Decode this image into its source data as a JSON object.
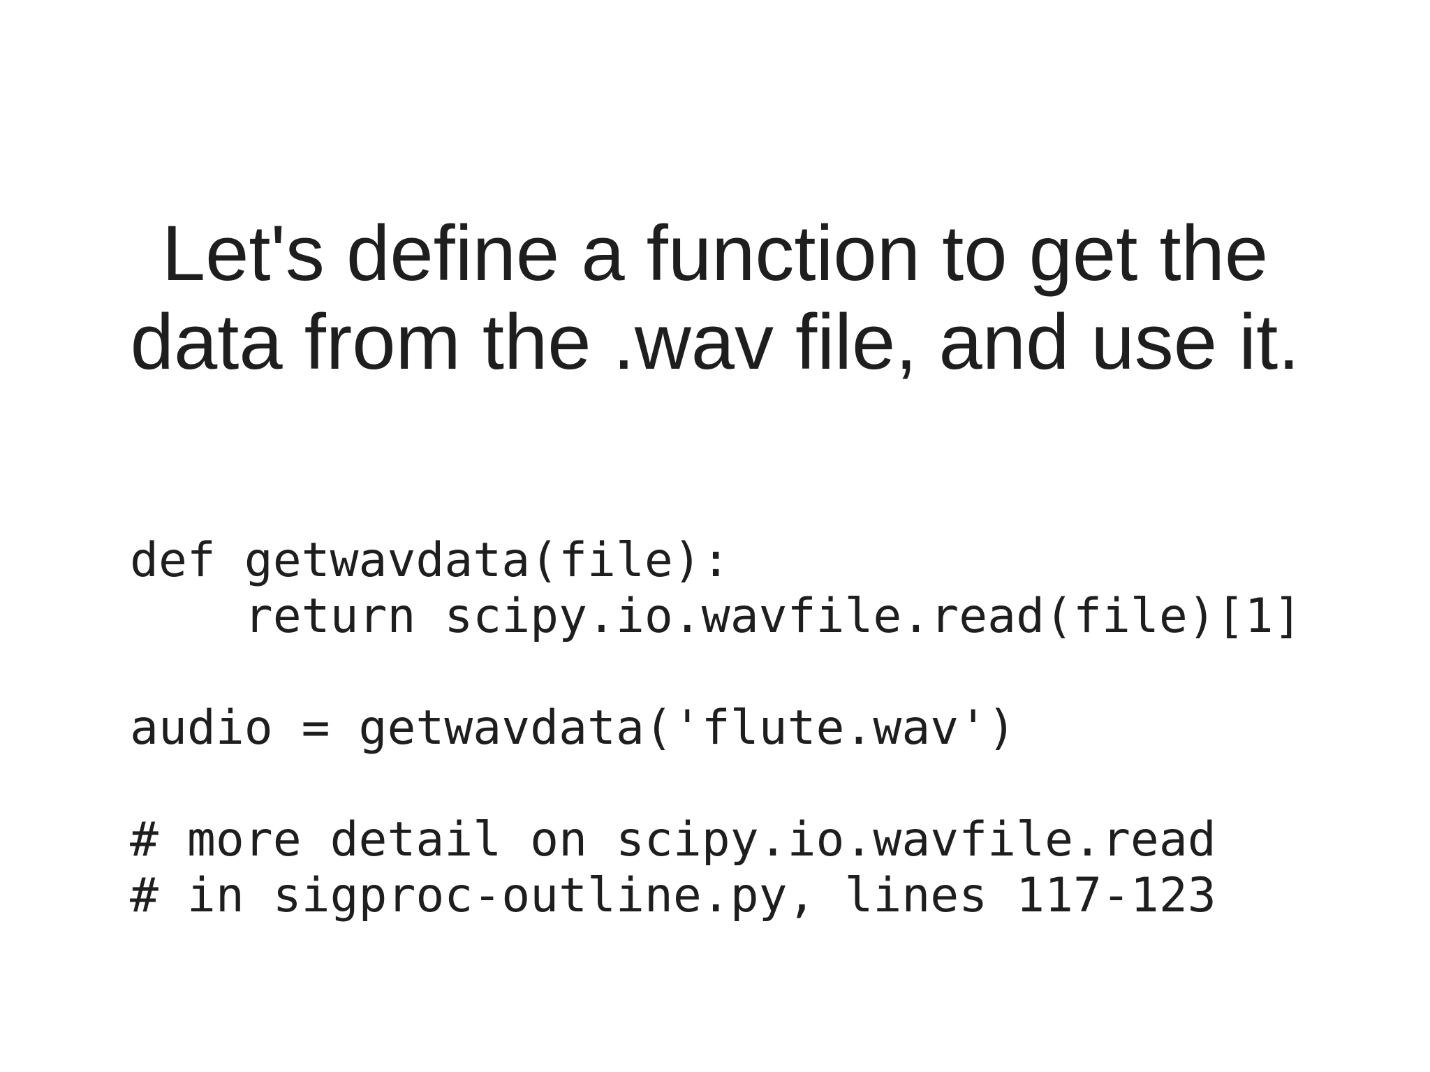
{
  "slide": {
    "background_color": "#ffffff",
    "text_color": "#1e1e1e",
    "title": {
      "line1": "Let's define a function to get the",
      "line2": "data from the .wav file, and use it."
    },
    "code": {
      "language": "python",
      "lines": [
        "def getwavdata(file):",
        "    return scipy.io.wavfile.read(file)[1]",
        "",
        "audio = getwavdata('flute.wav')",
        "",
        "# more detail on scipy.io.wavfile.read",
        "# in sigproc-outline.py, lines 117-123"
      ]
    }
  }
}
